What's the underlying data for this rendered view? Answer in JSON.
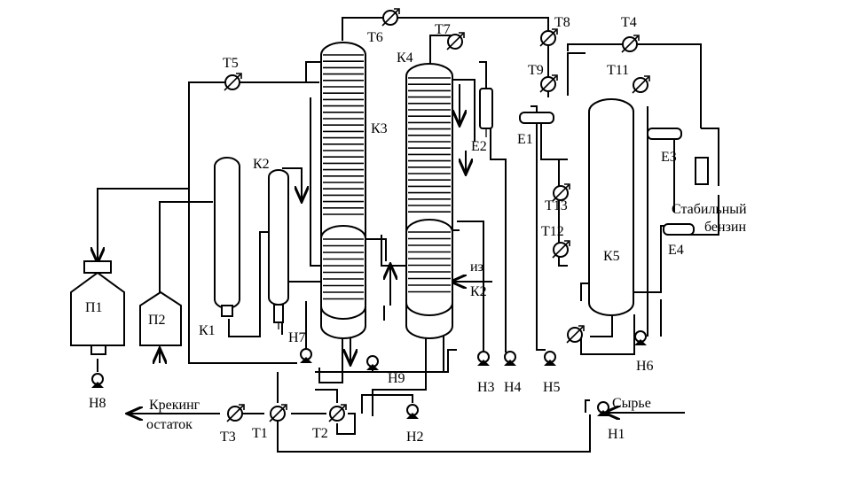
{
  "labels": {
    "furnace_1": "П1",
    "furnace_2": "П2",
    "column_1": "К1",
    "column_2": "К2",
    "column_3": "К3",
    "column_4": "К4",
    "column_5": "К5",
    "vessel_1": "Е1",
    "vessel_2": "Е2",
    "vessel_3": "Е3",
    "vessel_4": "Е4",
    "pump_1": "Н1",
    "pump_2": "Н2",
    "pump_3": "Н3",
    "pump_4": "Н4",
    "pump_5": "Н5",
    "pump_6": "Н6",
    "pump_7": "Н7",
    "pump_8": "Н8",
    "pump_9": "Н9",
    "hx_1": "Т1",
    "hx_2": "Т2",
    "hx_3": "Т3",
    "hx_4": "Т4",
    "hx_5": "Т5",
    "hx_6": "Т6",
    "hx_7": "Т7",
    "hx_8": "Т8",
    "hx_9": "Т9",
    "hx_11": "Т11",
    "hx_12": "Т12",
    "hx_13": "Т13",
    "from_label": "из",
    "from_k2": "К2",
    "feed": "Сырье",
    "residue_line1": "Крекинг",
    "residue_line2": "остаток",
    "gasoline_line1": "Стабильный",
    "gasoline_line2": "бензин"
  }
}
